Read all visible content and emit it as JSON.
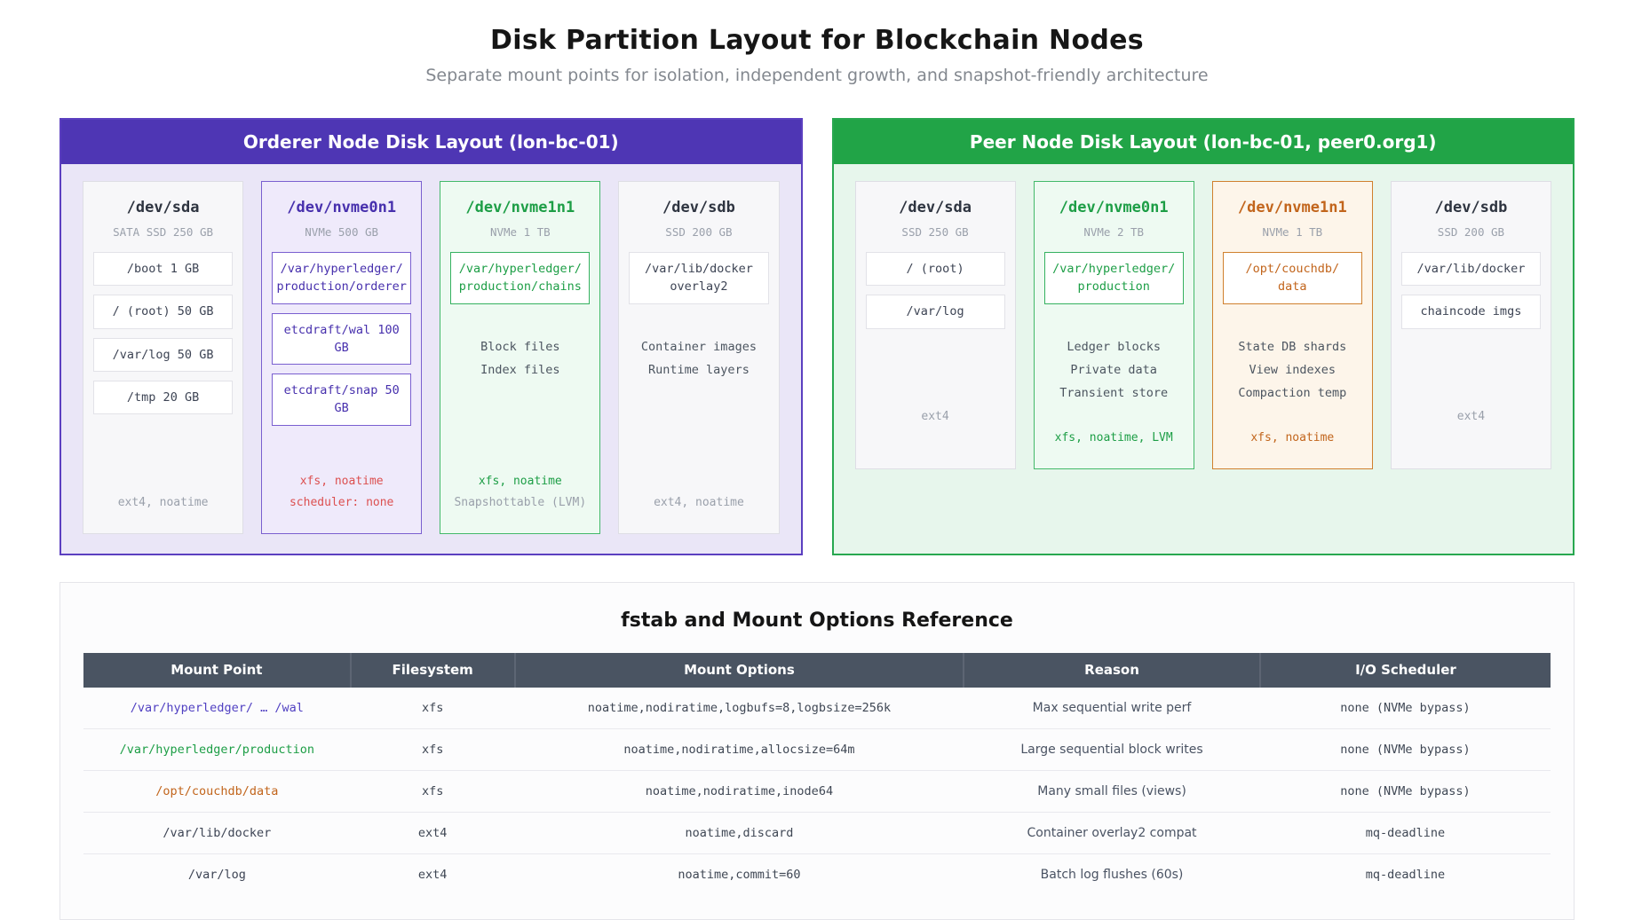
{
  "page": {
    "title": "Disk Partition Layout for Blockchain Nodes",
    "subtitle": "Separate mount points for isolation, independent growth, and snapshot-friendly architecture"
  },
  "colors": {
    "orderer_header": "#4e36b4",
    "orderer_body": "#eae6f7",
    "orderer_border": "#5b3fc0",
    "peer_header": "#21a447",
    "peer_body": "#e7f6ec",
    "peer_border": "#28a850",
    "green": "#1d9e46",
    "orange": "#c2651c",
    "red": "#dc5050",
    "table_header_bg": "#4a5462"
  },
  "panels": [
    {
      "id": "orderer",
      "title": "Orderer Node Disk Layout (lon-bc-01)",
      "disks": [
        {
          "device": "/dev/sda",
          "spec": "SATA SSD 250 GB",
          "variant": "gray",
          "pin_footer": true,
          "partitions": [
            "/boot 1 GB",
            "/ (root) 50 GB",
            "/var/log 50 GB",
            "/tmp 20 GB"
          ],
          "notes": [],
          "footers": [
            {
              "text": "ext4, noatime",
              "tone": "gray"
            }
          ]
        },
        {
          "device": "/dev/nvme0n1",
          "spec": "NVMe 500 GB",
          "variant": "purple",
          "pin_footer": true,
          "partitions": [
            "/var/hyperledger/\nproduction/orderer",
            "etcdraft/wal 100 GB",
            "etcdraft/snap 50 GB"
          ],
          "notes": [],
          "footers": [
            {
              "text": "xfs, noatime",
              "tone": "red"
            },
            {
              "text": "scheduler: none",
              "tone": "red"
            }
          ]
        },
        {
          "device": "/dev/nvme1n1",
          "spec": "NVMe 1 TB",
          "variant": "green",
          "pin_footer": true,
          "partitions": [
            "/var/hyperledger/\nproduction/chains"
          ],
          "notes": [
            "Block files",
            "Index files"
          ],
          "footers": [
            {
              "text": "xfs, noatime",
              "tone": "green"
            },
            {
              "text": "Snapshottable (LVM)",
              "tone": "gray"
            }
          ]
        },
        {
          "device": "/dev/sdb",
          "spec": "SSD 200 GB",
          "variant": "gray",
          "pin_footer": true,
          "partitions": [
            "/var/lib/docker\noverlay2"
          ],
          "notes": [
            "Container images",
            "Runtime layers"
          ],
          "footers": [
            {
              "text": "ext4, noatime",
              "tone": "gray"
            }
          ]
        }
      ]
    },
    {
      "id": "peer",
      "title": "Peer Node Disk Layout (lon-bc-01, peer0.org1)",
      "disks": [
        {
          "device": "/dev/sda",
          "spec": "SSD 250 GB",
          "variant": "gray",
          "pin_footer": false,
          "partitions": [
            "/ (root)",
            "/var/log"
          ],
          "notes": [],
          "footers": [
            {
              "text": "ext4",
              "tone": "gray"
            }
          ]
        },
        {
          "device": "/dev/nvme0n1",
          "spec": "NVMe 2 TB",
          "variant": "green",
          "pin_footer": true,
          "partitions": [
            "/var/hyperledger/\nproduction"
          ],
          "notes": [
            "Ledger blocks",
            "Private data",
            "Transient store"
          ],
          "footers": [
            {
              "text": "xfs, noatime, LVM",
              "tone": "green"
            }
          ]
        },
        {
          "device": "/dev/nvme1n1",
          "spec": "NVMe 1 TB",
          "variant": "orange",
          "pin_footer": true,
          "partitions": [
            "/opt/couchdb/\ndata"
          ],
          "notes": [
            "State DB shards",
            "View indexes",
            "Compaction temp"
          ],
          "footers": [
            {
              "text": "xfs, noatime",
              "tone": "orange"
            }
          ]
        },
        {
          "device": "/dev/sdb",
          "spec": "SSD 200 GB",
          "variant": "gray",
          "pin_footer": false,
          "partitions": [
            "/var/lib/docker",
            "chaincode imgs"
          ],
          "notes": [],
          "footers": [
            {
              "text": "ext4",
              "tone": "gray"
            }
          ]
        }
      ]
    }
  ],
  "table": {
    "title": "fstab and Mount Options Reference",
    "columns": [
      "Mount Point",
      "Filesystem",
      "Mount Options",
      "Reason",
      "I/O Scheduler"
    ],
    "rows": [
      {
        "mount": "/var/hyperledger/ … /wal",
        "mount_color": "purple",
        "fs": "xfs",
        "options": "noatime,nodiratime,logbufs=8,logbsize=256k",
        "reason": "Max sequential write perf",
        "scheduler": "none (NVMe bypass)"
      },
      {
        "mount": "/var/hyperledger/production",
        "mount_color": "green",
        "fs": "xfs",
        "options": "noatime,nodiratime,allocsize=64m",
        "reason": "Large sequential block writes",
        "scheduler": "none (NVMe bypass)"
      },
      {
        "mount": "/opt/couchdb/data",
        "mount_color": "orange",
        "fs": "xfs",
        "options": "noatime,nodiratime,inode64",
        "reason": "Many small files (views)",
        "scheduler": "none (NVMe bypass)"
      },
      {
        "mount": "/var/lib/docker",
        "mount_color": "dark",
        "fs": "ext4",
        "options": "noatime,discard",
        "reason": "Container overlay2 compat",
        "scheduler": "mq-deadline"
      },
      {
        "mount": "/var/log",
        "mount_color": "dark",
        "fs": "ext4",
        "options": "noatime,commit=60",
        "reason": "Batch log flushes (60s)",
        "scheduler": "mq-deadline"
      }
    ]
  }
}
